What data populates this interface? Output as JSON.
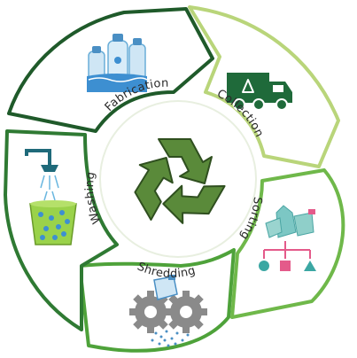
{
  "stages": [
    {
      "id": "fabrication",
      "label": "Fabrication",
      "icon": "water-bottles-icon",
      "color": "#1f5a2a"
    },
    {
      "id": "collection",
      "label": "Collection",
      "icon": "recycling-truck-icon",
      "color": "#b9d57a"
    },
    {
      "id": "sorting",
      "label": "Sorting",
      "icon": "sorting-chart-icon",
      "color": "#6fb84a"
    },
    {
      "id": "shredding",
      "label": "Shredding",
      "icon": "gears-shredder-icon",
      "color": "#4ea23a"
    },
    {
      "id": "washing",
      "label": "Washing",
      "icon": "shower-bucket-icon",
      "color": "#2f7a33"
    }
  ],
  "center": {
    "icon": "recycle-icon",
    "color": "#5a8a3a"
  }
}
